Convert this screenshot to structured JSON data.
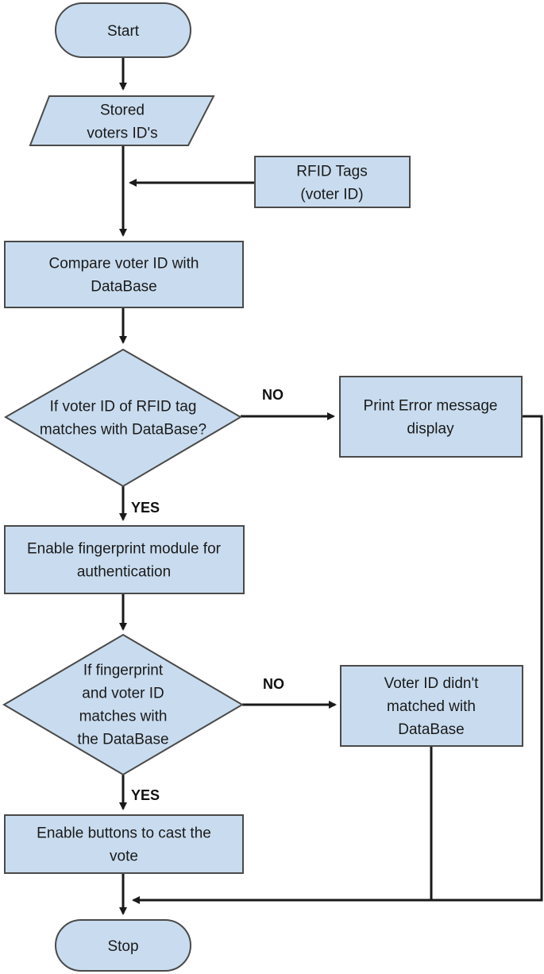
{
  "nodes": {
    "start": {
      "lines": [
        "Start"
      ]
    },
    "stored": {
      "lines": [
        "Stored",
        "voters ID's"
      ]
    },
    "rfid": {
      "lines": [
        "RFID Tags",
        "(voter ID)"
      ]
    },
    "compare": {
      "lines": [
        "Compare voter ID with",
        "DataBase"
      ]
    },
    "decision1": {
      "lines": [
        "If voter ID of RFID tag",
        "matches with DataBase?"
      ]
    },
    "error": {
      "lines": [
        "Print Error message",
        "display"
      ]
    },
    "fingerprint": {
      "lines": [
        "Enable fingerprint module for",
        "authentication"
      ]
    },
    "decision2": {
      "lines": [
        "If fingerprint",
        "and voter ID",
        "matches with",
        "the DataBase"
      ]
    },
    "mismatch": {
      "lines": [
        "Voter ID didn't",
        "matched with",
        "DataBase"
      ]
    },
    "buttons": {
      "lines": [
        "Enable buttons to cast the",
        "vote"
      ]
    },
    "stop": {
      "lines": [
        "Stop"
      ]
    }
  },
  "edges": {
    "decision1_no": "NO",
    "decision1_yes": "YES",
    "decision2_no": "NO",
    "decision2_yes": "YES"
  },
  "colors": {
    "node_fill": "#c9dcef",
    "node_stroke": "#4a4a4a",
    "arrow": "#1a1a1a"
  }
}
